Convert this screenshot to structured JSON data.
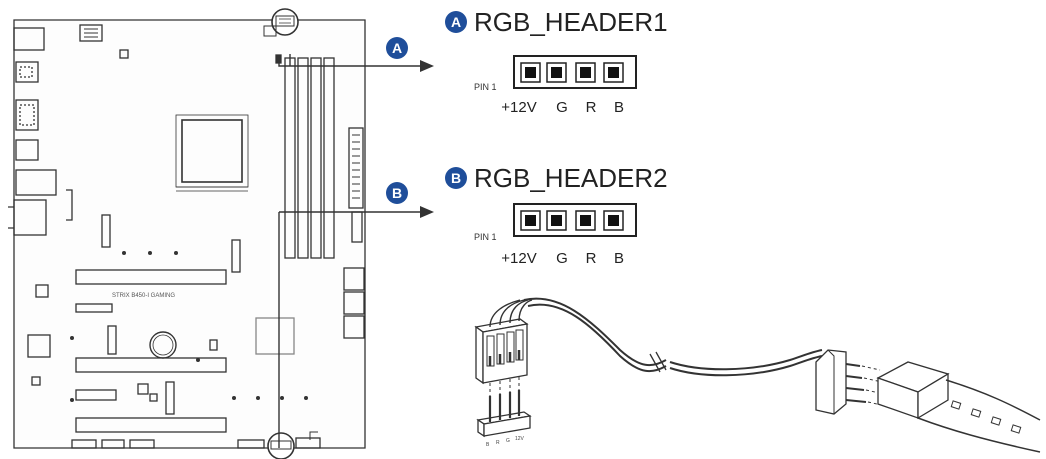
{
  "headers": [
    {
      "badge": "A",
      "title": "RGB_HEADER1",
      "pin1_label": "PIN 1",
      "pins": [
        "+12V",
        "G",
        "R",
        "B"
      ]
    },
    {
      "badge": "B",
      "title": "RGB_HEADER2",
      "pin1_label": "PIN 1",
      "pins": [
        "+12V",
        "G",
        "R",
        "B"
      ]
    }
  ],
  "board": {
    "model_label": "STRIX B450-I GAMING"
  },
  "cable_connector": {
    "pin_labels": [
      "B",
      "R",
      "G",
      "12V"
    ]
  },
  "colors": {
    "badge_blue": "#1f4e9a",
    "line": "#333333",
    "board_fill": "#f4f4f4"
  }
}
